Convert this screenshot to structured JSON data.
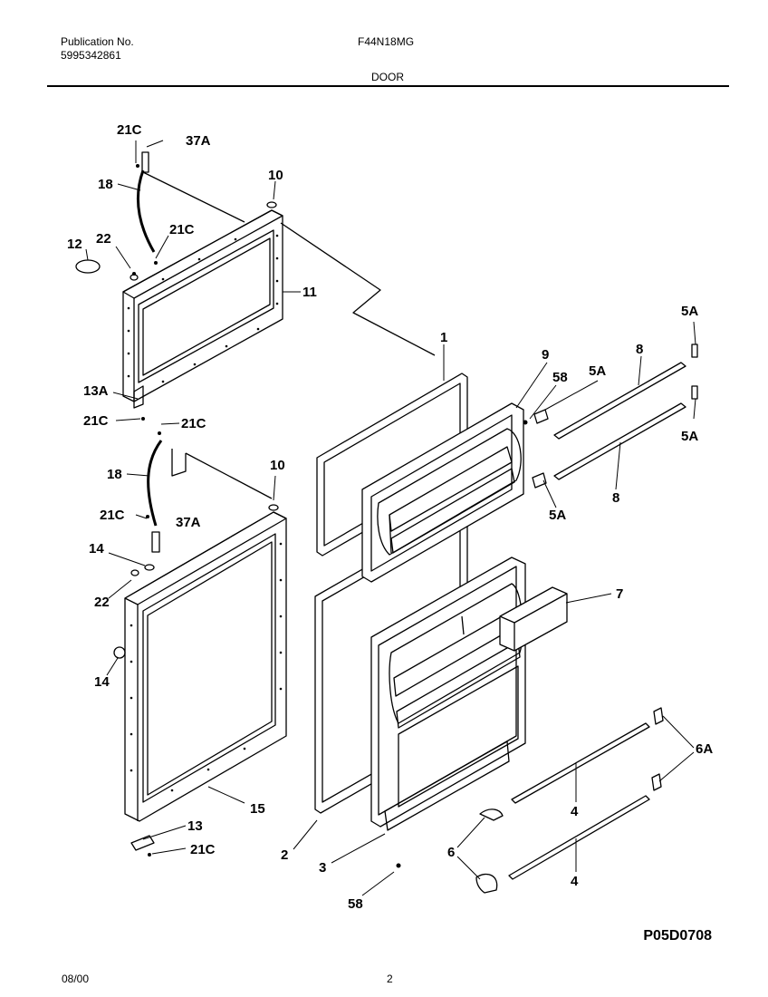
{
  "header": {
    "publication_label": "Publication No.",
    "publication_number": "5995342861",
    "model": "F44N18MG",
    "section": "DOOR"
  },
  "footer": {
    "date": "08/00",
    "page": "2",
    "diagram_code": "P05D0708"
  },
  "callouts": {
    "c21c_a": "21C",
    "c37a_a": "37A",
    "c18_a": "18",
    "c10_a": "10",
    "c12": "12",
    "c22_a": "22",
    "c21c_b": "21C",
    "c11": "11",
    "c13a": "13A",
    "c21c_c": "21C",
    "c21c_d": "21C",
    "c1": "1",
    "c9": "9",
    "c58_a": "58",
    "c5a_a": "5A",
    "c8_a": "8",
    "c5a_b": "5A",
    "c5a_c": "5A",
    "c8_b": "8",
    "c5a_d": "5A",
    "c18_b": "18",
    "c10_b": "10",
    "c21c_e": "21C",
    "c37a_b": "37A",
    "c14_a": "14",
    "c22_b": "22",
    "c14_b": "14",
    "c15": "15",
    "c13": "13",
    "c21c_f": "21C",
    "c2": "2",
    "c3": "3",
    "c58_b": "58",
    "c7": "7",
    "c6a": "6A",
    "c4_a": "4",
    "c6": "6",
    "c4_b": "4"
  }
}
